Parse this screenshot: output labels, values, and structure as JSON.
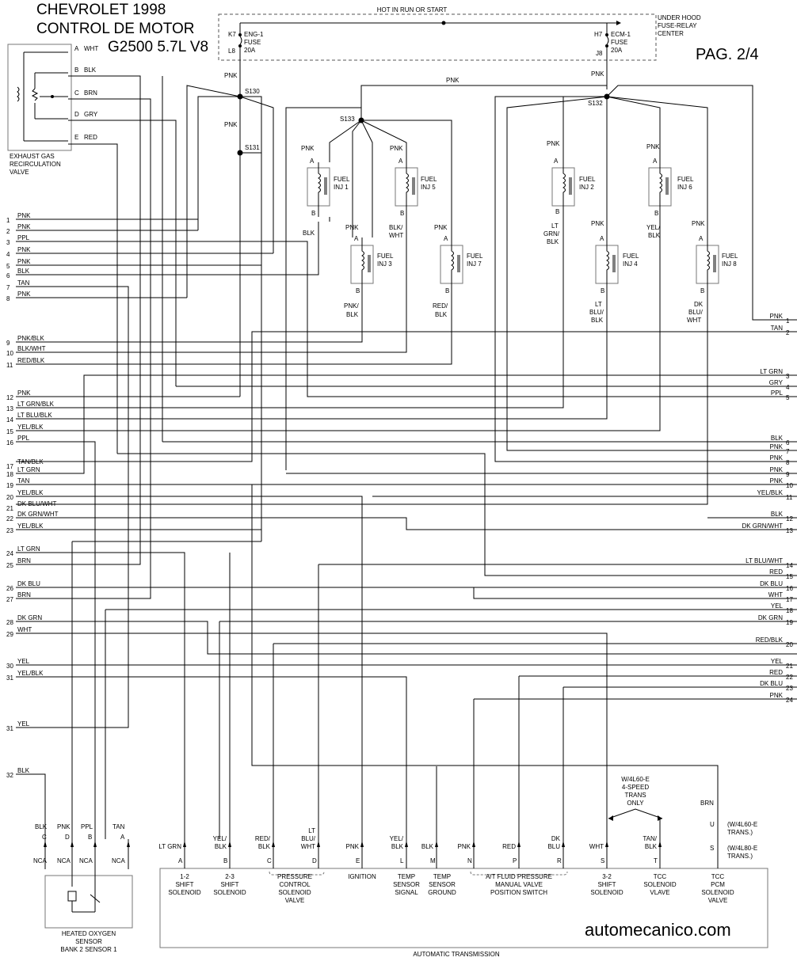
{
  "title": {
    "line1": "CHEVROLET 1998",
    "line2": "CONTROL DE MOTOR",
    "line3": "G2500 5.7L V8",
    "page": "PAG. 2/4"
  },
  "watermark": "automecanico.com",
  "fuse_center": {
    "hot_label": "HOT IN RUN OR START",
    "center_label": [
      "UNDER HOOD",
      "FUSE-RELAY",
      "CENTER"
    ],
    "fuse1": {
      "top": "K7",
      "bottom": "L8",
      "lines": [
        "ENG-1",
        "FUSE",
        "20A"
      ]
    },
    "fuse2": {
      "top": "H7",
      "bottom": "J8",
      "lines": [
        "ECM-1",
        "FUSE",
        "20A"
      ]
    }
  },
  "egr": {
    "caption": [
      "EXHAUST GAS",
      "RECIRCULATION",
      "VALVE"
    ],
    "pins": [
      {
        "pin": "A",
        "wire": "WHT"
      },
      {
        "pin": "B",
        "wire": "BLK"
      },
      {
        "pin": "C",
        "wire": "BRN"
      },
      {
        "pin": "D",
        "wire": "GRY"
      },
      {
        "pin": "E",
        "wire": "RED"
      }
    ]
  },
  "splices": [
    "S130",
    "S131",
    "S133",
    "S132"
  ],
  "misc_wire_labels": [
    "PNK",
    "PNK",
    "PNK",
    "PNK"
  ],
  "injectors": [
    {
      "name": [
        "FUEL",
        "INJ 1"
      ],
      "a_wire": "PNK",
      "b_wire": [
        "BLK"
      ]
    },
    {
      "name": [
        "FUEL",
        "INJ 5"
      ],
      "a_wire": "PNK",
      "b_wire": [
        "BLK/",
        "WHT"
      ]
    },
    {
      "name": [
        "FUEL",
        "INJ 3"
      ],
      "a_wire": "PNK",
      "b_wire": [
        "PNK/",
        "BLK"
      ]
    },
    {
      "name": [
        "FUEL",
        "INJ 7"
      ],
      "a_wire": "PNK",
      "b_wire": [
        "RED/",
        "BLK"
      ]
    },
    {
      "name": [
        "FUEL",
        "INJ 2"
      ],
      "a_wire": "PNK",
      "b_wire": [
        "LT",
        "GRN/",
        "BLK"
      ]
    },
    {
      "name": [
        "FUEL",
        "INJ 6"
      ],
      "a_wire": "PNK",
      "b_wire": [
        "YEL/",
        "BLK"
      ]
    },
    {
      "name": [
        "FUEL",
        "INJ 4"
      ],
      "a_wire": "PNK",
      "b_wire": [
        "LT",
        "BLU/",
        "BLK"
      ]
    },
    {
      "name": [
        "FUEL",
        "INJ 8"
      ],
      "a_wire": "PNK",
      "b_wire": [
        "DK",
        "BLU/",
        "WHT"
      ]
    }
  ],
  "left_connector": [
    {
      "n": "1",
      "wire": "PNK"
    },
    {
      "n": "2",
      "wire": "PNK"
    },
    {
      "n": "3",
      "wire": "PPL"
    },
    {
      "n": "4",
      "wire": "PNK"
    },
    {
      "n": "5",
      "wire": "PNK"
    },
    {
      "n": "6",
      "wire": "BLK"
    },
    {
      "n": "7",
      "wire": "TAN"
    },
    {
      "n": "8",
      "wire": "PNK"
    },
    {
      "n": "9",
      "wire": "PNK/BLK"
    },
    {
      "n": "10",
      "wire": "BLK/WHT"
    },
    {
      "n": "11",
      "wire": "RED/BLK"
    },
    {
      "n": "12",
      "wire": "PNK"
    },
    {
      "n": "13",
      "wire": "LT GRN/BLK"
    },
    {
      "n": "14",
      "wire": "LT BLU/BLK"
    },
    {
      "n": "15",
      "wire": "YEL/BLK"
    },
    {
      "n": "16",
      "wire": "PPL"
    },
    {
      "n": "17",
      "wire": "TAN/BLK"
    },
    {
      "n": "18",
      "wire": "LT GRN"
    },
    {
      "n": "19",
      "wire": "TAN"
    },
    {
      "n": "20",
      "wire": "YEL/BLK"
    },
    {
      "n": "21",
      "wire": "DK BLU/WHT"
    },
    {
      "n": "22",
      "wire": "DK GRN/WHT"
    },
    {
      "n": "23",
      "wire": "YEL/BLK"
    },
    {
      "n": "24",
      "wire": "LT GRN"
    },
    {
      "n": "25",
      "wire": "BRN"
    },
    {
      "n": "26",
      "wire": "DK BLU"
    },
    {
      "n": "27",
      "wire": "BRN"
    },
    {
      "n": "28",
      "wire": "DK GRN"
    },
    {
      "n": "29",
      "wire": "WHT"
    },
    {
      "n": "30",
      "wire": "YEL"
    },
    {
      "n": "31",
      "wire": "YEL/BLK"
    },
    {
      "n": "31",
      "wire": "YEL"
    },
    {
      "n": "32",
      "wire": "BLK"
    }
  ],
  "right_connector": [
    {
      "n": "1",
      "wire": "PNK"
    },
    {
      "n": "2",
      "wire": "TAN"
    },
    {
      "n": "3",
      "wire": "LT GRN"
    },
    {
      "n": "4",
      "wire": "GRY"
    },
    {
      "n": "5",
      "wire": "PPL"
    },
    {
      "n": "6",
      "wire": "BLK"
    },
    {
      "n": "7",
      "wire": "PNK"
    },
    {
      "n": "8",
      "wire": "PNK"
    },
    {
      "n": "9",
      "wire": "PNK"
    },
    {
      "n": "10",
      "wire": "PNK"
    },
    {
      "n": "11",
      "wire": "YEL/BLK"
    },
    {
      "n": "12",
      "wire": "BLK"
    },
    {
      "n": "13",
      "wire": "DK GRN/WHT"
    },
    {
      "n": "14",
      "wire": "LT BLU/WHT"
    },
    {
      "n": "15",
      "wire": "RED"
    },
    {
      "n": "16",
      "wire": "DK BLU"
    },
    {
      "n": "17",
      "wire": "WHT"
    },
    {
      "n": "18",
      "wire": "YEL"
    },
    {
      "n": "19",
      "wire": "DK GRN"
    },
    {
      "n": "20",
      "wire": "RED/BLK"
    },
    {
      "n": "21",
      "wire": "YEL"
    },
    {
      "n": "22",
      "wire": "RED"
    },
    {
      "n": "23",
      "wire": "DK BLU"
    },
    {
      "n": "24",
      "wire": "PNK"
    }
  ],
  "o2_sensor": {
    "caption": [
      "HEATED OXYGEN",
      "SENSOR",
      "BANK 2 SENSOR 1"
    ],
    "pins": [
      {
        "wire": "BLK",
        "pin": "C",
        "nca": "NCA"
      },
      {
        "wire": "PNK",
        "pin": "D",
        "nca": "NCA"
      },
      {
        "wire": "PPL",
        "pin": "B",
        "nca": "NCA"
      },
      {
        "wire": "TAN",
        "pin": "A",
        "nca": "NCA"
      }
    ]
  },
  "transmission": {
    "caption": "AUTOMATIC TRANSMISSION",
    "note": [
      "W/4L60-E",
      "4-SPEED",
      "TRANS",
      "ONLY"
    ],
    "pins": [
      {
        "wire": [
          "LT GRN"
        ],
        "pin": "A"
      },
      {
        "wire": [
          "YEL/",
          "BLK"
        ],
        "pin": "B"
      },
      {
        "wire": [
          "RED/",
          "BLK"
        ],
        "pin": "C"
      },
      {
        "wire": [
          "LT",
          "BLU/",
          "WHT"
        ],
        "pin": "D"
      },
      {
        "wire": [
          "PNK"
        ],
        "pin": "E"
      },
      {
        "wire": [
          "YEL/",
          "BLK"
        ],
        "pin": "L"
      },
      {
        "wire": [
          "BLK"
        ],
        "pin": "M"
      },
      {
        "wire": [
          "PNK"
        ],
        "pin": "N"
      },
      {
        "wire": [
          "RED"
        ],
        "pin": "P"
      },
      {
        "wire": [
          "DK",
          "BLU"
        ],
        "pin": "R"
      },
      {
        "wire": [
          "WHT"
        ],
        "pin": "S"
      },
      {
        "wire": [
          "TAN/",
          "BLK"
        ],
        "pin": "T"
      }
    ],
    "pin_u": {
      "wire": "BRN",
      "pin": "U",
      "note": [
        "(W/4L60-E",
        "TRANS.)"
      ]
    },
    "pin_s2": {
      "pin": "S",
      "note": [
        "(W/4L80-E",
        "TRANS.)"
      ]
    },
    "components": [
      [
        "1-2",
        "SHIFT",
        "SOLENOID"
      ],
      [
        "2-3",
        "SHIFT",
        "SOLENOID"
      ],
      [
        "PRESSURE",
        "CONTROL",
        "SOLENOID",
        "VALVE"
      ],
      [
        "IGNITION"
      ],
      [
        "TEMP",
        "SENSOR",
        "SIGNAL"
      ],
      [
        "TEMP",
        "SENSOR",
        "GROUND"
      ],
      [
        "A/T FLUID PRESSURE",
        "MANUAL VALVE",
        "POSITION SWITCH"
      ],
      [
        "3-2",
        "SHIFT",
        "SOLENOID"
      ],
      [
        "TCC",
        "SOLENOID",
        "VLAVE"
      ],
      [
        "TCC",
        "PCM",
        "SOLENOID",
        "VALVE"
      ]
    ]
  }
}
